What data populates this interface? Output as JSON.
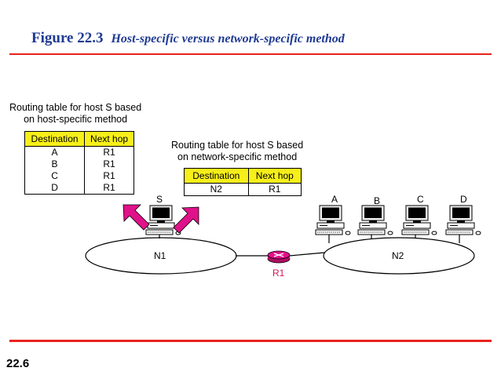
{
  "figure": {
    "number": "Figure 22.3",
    "title": "Host-specific versus network-specific method"
  },
  "page_number": "22.6",
  "host_specific_table": {
    "caption_line1": "Routing table for host S based",
    "caption_line2": "on host-specific method",
    "headers": [
      "Destination",
      "Next hop"
    ],
    "rows": [
      [
        "A",
        "R1"
      ],
      [
        "B",
        "R1"
      ],
      [
        "C",
        "R1"
      ],
      [
        "D",
        "R1"
      ]
    ]
  },
  "network_specific_table": {
    "caption_line1": "Routing table for host S based",
    "caption_line2": "on network-specific method",
    "headers": [
      "Destination",
      "Next hop"
    ],
    "rows": [
      [
        "N2",
        "R1"
      ]
    ]
  },
  "networks": [
    "N1",
    "N2"
  ],
  "router": "R1",
  "hosts": [
    "S",
    "A",
    "B",
    "C",
    "D"
  ],
  "colors": {
    "title": "#1f3a93",
    "rule": "#e8231c",
    "table_header": "#f7ef1a",
    "arrow": "#e0128a",
    "router": "#e0128a"
  }
}
